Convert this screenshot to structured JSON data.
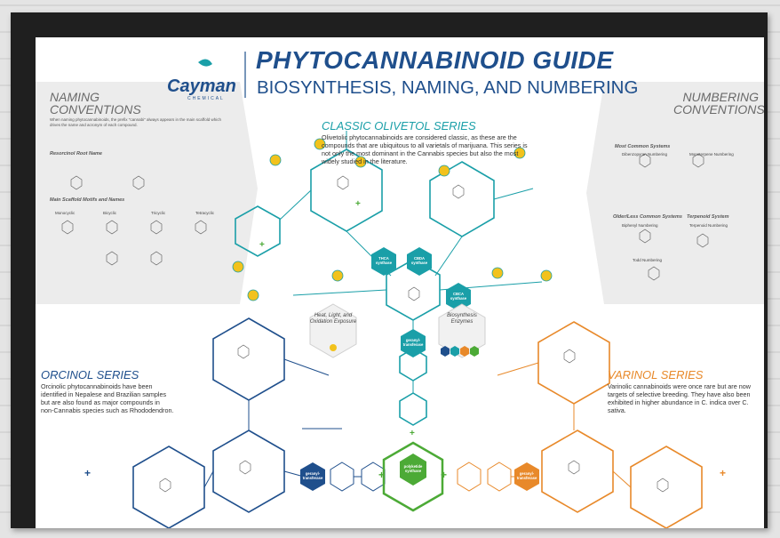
{
  "header": {
    "title": "PHYTOCANNABINOID GUIDE",
    "subtitle": "BIOSYNTHESIS, NAMING, AND NUMBERING",
    "logo": "Cayman",
    "logo_sub": "CHEMICAL"
  },
  "naming": {
    "title_line1": "NAMING",
    "title_line2": "CONVENTIONS",
    "intro": "When naming phytocannabinoids, the prefix \"cannabi\" always appears in the main scaffold which drives the name and acronym of each compound.",
    "root_title": "Resorcinol Root Name",
    "motifs_title": "Main Scaffold Motifs and Names",
    "motif_labels": [
      "Monocyclic",
      "Bicyclic",
      "Tricyclic",
      "Tetracyclic"
    ]
  },
  "numbering": {
    "title_line1": "NUMBERING",
    "title_line2": "CONVENTIONS",
    "common_title": "Most Common Systems",
    "common_labels": [
      "Dibenzopyran Numbering",
      "Monoterpene Numbering"
    ],
    "less_title": "Older/Less Common Systems",
    "less_labels": [
      "Biphenyl Numbering",
      "Todd Numbering"
    ],
    "terpenoid_title": "Terpenoid System",
    "terpenoid_label": "Terpenoid Numbering"
  },
  "olivetol": {
    "title": "CLASSIC OLIVETOL SERIES",
    "desc": "Olivetolic phytocannabinoids are considered classic, as these are the compounds that are ubiquitous to all varietals of marijuana. This series is not only the most dominant in the Cannabis species but also the most widely studied in the literature."
  },
  "orcinol": {
    "title": "ORCINOL SERIES",
    "desc": "Orcinolic phytocannabinoids have been identified in Nepalese and Brazilian samples but are also found as major compounds in non-Cannabis species such as Rhododendron."
  },
  "varinol": {
    "title": "VARINOL SERIES",
    "desc": "Varinolic cannabinoids were once rare but are now targets of selective breeding. They have also been exhibited in higher abundance in C. indica over C. sativa."
  },
  "enzymes": {
    "thca": "THCA synthase",
    "cbda": "CBDA synthase",
    "cbca": "CBCA synthase",
    "geranyl": "geranyl-transferase",
    "polyketide": "polyketide synthase",
    "geranyl_left": "geranyl-transferase",
    "geranyl_right": "geranyl-transferase"
  },
  "legend": {
    "heat": "Heat, Light, and Oxidation Exposure",
    "bio": "Biosynthesis Enzymes"
  },
  "colors": {
    "olivetol": "#1a9fa8",
    "orcinol": "#1f4f8c",
    "varinol": "#e8892a",
    "polyketide": "#4caa36",
    "sun": "#f2c21c"
  }
}
